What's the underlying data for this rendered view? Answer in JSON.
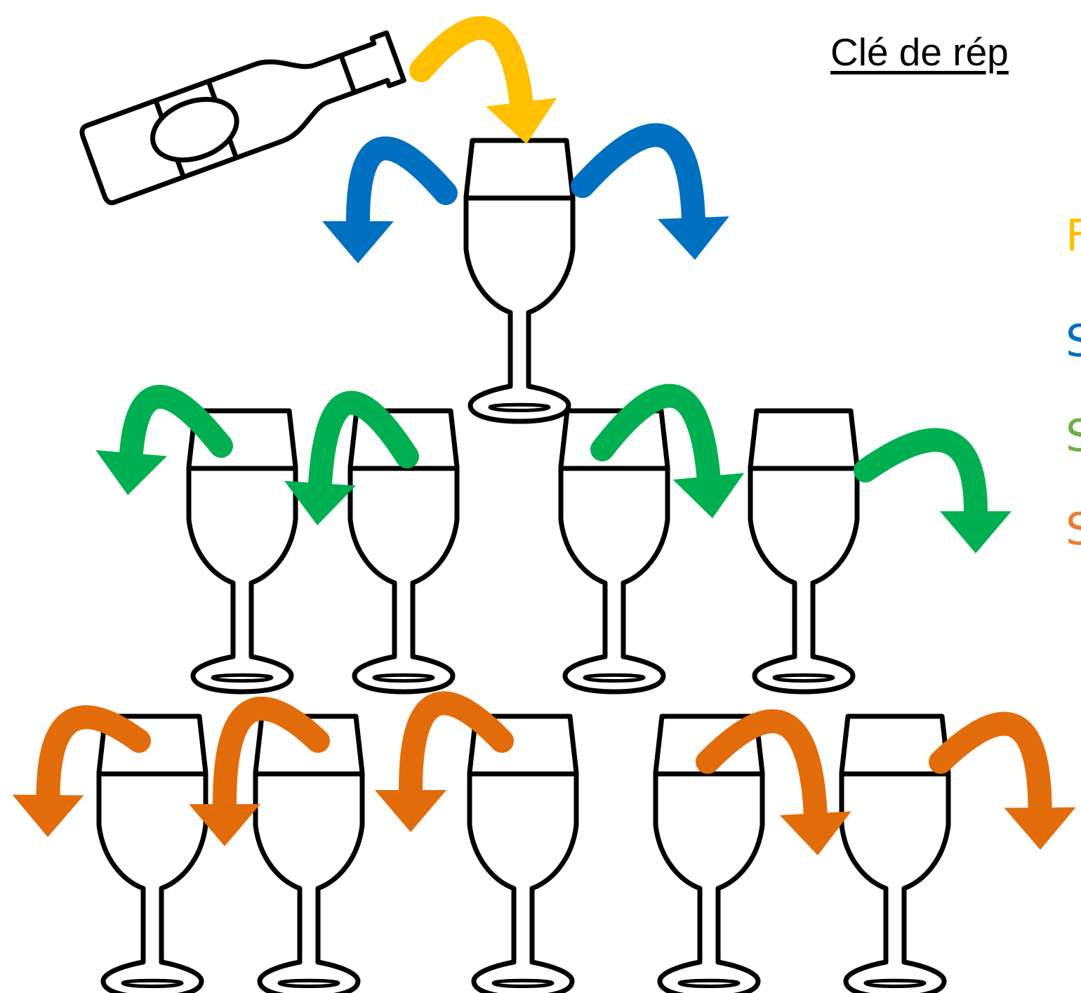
{
  "key": {
    "title": "Clé de rép",
    "items": [
      {
        "label": "F",
        "color": "#FFC000"
      },
      {
        "label": "S",
        "color": "#0070C0"
      },
      {
        "label": "S",
        "color": "#70AD47"
      },
      {
        "label": "S",
        "color": "#ED7D31"
      }
    ]
  },
  "colors": {
    "pour": "#FFC000",
    "level1": "#0070C0",
    "level2": "#00B050",
    "level3": "#E36C0A",
    "outline": "#000000"
  },
  "icons": [
    "wine-bottle-icon",
    "wine-glass-icon",
    "curved-arrow-icon"
  ]
}
